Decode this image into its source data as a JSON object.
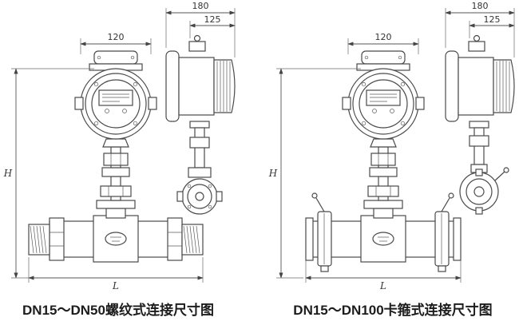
{
  "figures": [
    {
      "caption": "DN15～DN50螺纹式连接尺寸图",
      "dims": {
        "front_width": "120",
        "side_depth": "180",
        "side_partial": "125",
        "height": "H",
        "length": "L"
      }
    },
    {
      "caption": "DN15～DN100卡箍式连接尺寸图",
      "dims": {
        "front_width": "120",
        "side_depth": "180",
        "side_partial": "125",
        "height": "H",
        "length": "L"
      }
    }
  ]
}
